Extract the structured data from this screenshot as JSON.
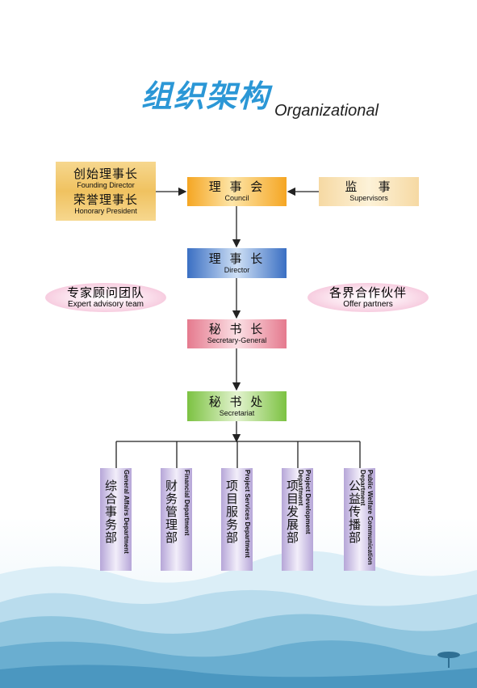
{
  "title": {
    "cn": "组织架构",
    "en": "Organizational"
  },
  "founding": {
    "founding_cn": "创始理事长",
    "founding_en": "Founding Director",
    "honorary_cn": "荣誉理事长",
    "honorary_en": "Honorary President"
  },
  "council": {
    "cn": "理 事 会",
    "en": "Council"
  },
  "supervisors": {
    "cn": "监   事",
    "en": "Supervisors"
  },
  "director": {
    "cn": "理 事 长",
    "en": "Director"
  },
  "secretary_general": {
    "cn": "秘 书 长",
    "en": "Secretary-General"
  },
  "secretariat": {
    "cn": "秘 书 处",
    "en": "Secretariat"
  },
  "expert": {
    "cn": "专家顾问团队",
    "en": "Expert advisory team"
  },
  "partners": {
    "cn": "各界合作伙伴",
    "en": "Offer partners"
  },
  "departments": [
    {
      "cn": "综合事务部",
      "en": "General Affairs Department"
    },
    {
      "cn": "财务管理部",
      "en": "Financial Department"
    },
    {
      "cn": "项目服务部",
      "en": "Project Services Department"
    },
    {
      "cn": "项目发展部",
      "en": "Project Development Department"
    },
    {
      "cn": "公益传播部",
      "en": "Public Welfare Communication Department"
    }
  ],
  "colors": {
    "title": "#2b97d6",
    "council": "#f5a623",
    "director": "#3a6fc3",
    "secretary_general": "#e57a8e",
    "secretariat": "#7cc242",
    "departments": "#b6a6d8"
  }
}
